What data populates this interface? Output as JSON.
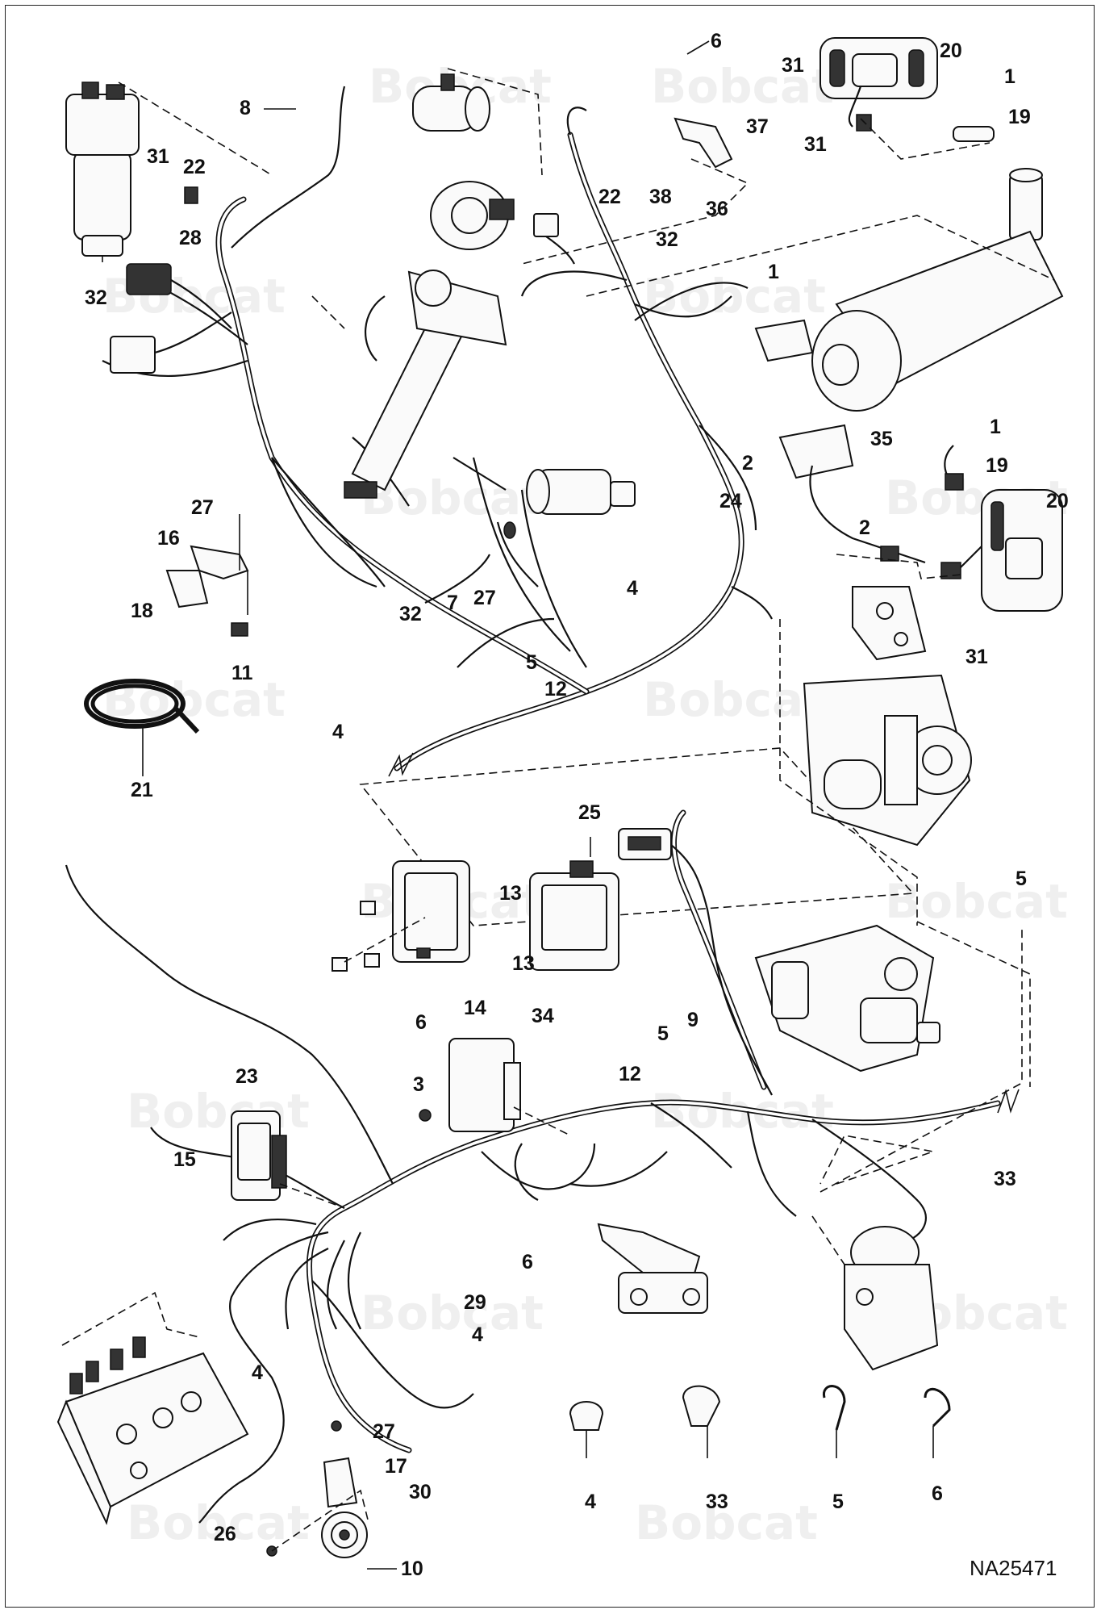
{
  "diagram": {
    "watermark": "Bobcat",
    "reference_code": "NA25471",
    "callouts": [
      "1",
      "2",
      "3",
      "4",
      "5",
      "6",
      "7",
      "8",
      "9",
      "10",
      "11",
      "12",
      "13",
      "14",
      "15",
      "16",
      "17",
      "18",
      "19",
      "20",
      "21",
      "22",
      "23",
      "24",
      "25",
      "26",
      "27",
      "28",
      "29",
      "30",
      "31",
      "32",
      "33",
      "34",
      "35",
      "36",
      "37",
      "38"
    ]
  }
}
